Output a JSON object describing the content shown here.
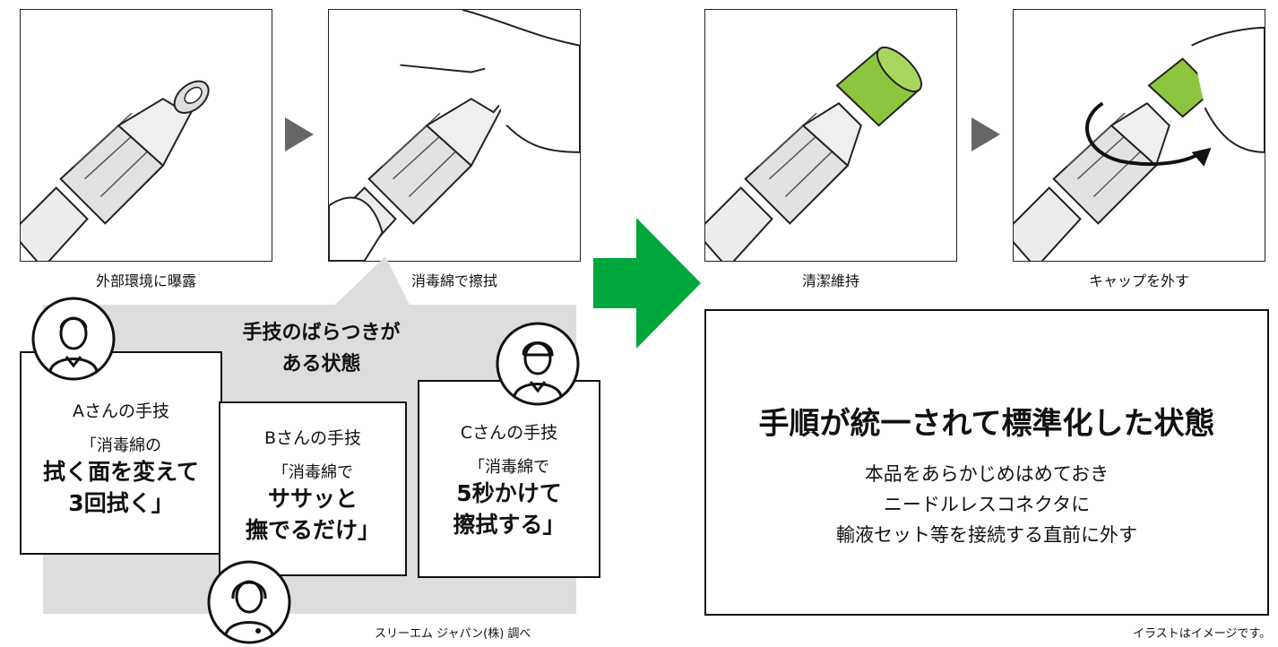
{
  "steps": [
    {
      "caption": "外部環境に曝露"
    },
    {
      "caption": "消毒綿で擦拭"
    },
    {
      "caption": "清潔維持"
    },
    {
      "caption": "キャップを外す"
    }
  ],
  "variation": {
    "title_line1": "手技のばらつきが",
    "title_line2": "ある状態",
    "people": [
      {
        "name": "Aさんの手技",
        "quote_intro": "「消毒綿の",
        "quote_line2": "拭く面を変えて",
        "quote_line3": "3回拭く」"
      },
      {
        "name": "Bさんの手技",
        "quote_intro": "「消毒綿で",
        "quote_line2": "ササッと",
        "quote_line3": "撫でるだけ」"
      },
      {
        "name": "Cさんの手技",
        "quote_intro": "「消毒綿で",
        "quote_line2": "5秒かけて",
        "quote_line3": "擦拭する」"
      }
    ],
    "source_note": "スリーエム ジャパン(株) 調べ"
  },
  "standard": {
    "title": "手順が統一されて標準化した状態",
    "lines": [
      "本品をあらかじめはめておき",
      "ニードルレスコネクタに",
      "輸液セット等を接続する直前に外す"
    ]
  },
  "illustration_note": "イラストはイメージです。",
  "colors": {
    "cap_green": "#8cc63f",
    "arrow_green": "#00a73c",
    "grey_panel": "#dcdddd",
    "step_triangle": "#666666"
  }
}
